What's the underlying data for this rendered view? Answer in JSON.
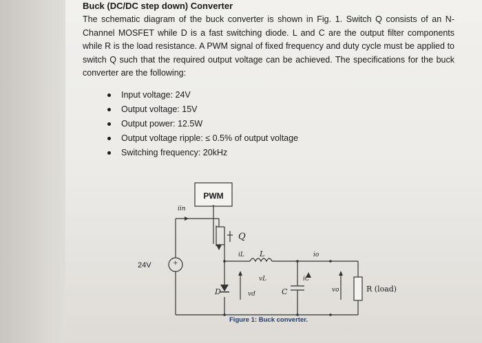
{
  "document": {
    "title": "Buck (DC/DC step down) Converter",
    "paragraph": "The schematic diagram of the buck converter is shown in Fig. 1. Switch Q consists of an N-Channel MOSFET while D is a fast switching diode. L and C are the output filter components while R is the load resistance. A PWM signal of fixed frequency and duty cycle must be applied to switch Q such that the required output voltage can be achieved. The specifications for the buck converter are the following:",
    "specs": [
      "Input voltage: 24V",
      "Output voltage: 15V",
      "Output power: 12.5W",
      "Output voltage ripple: ≤ 0.5% of output voltage",
      "Switching frequency: 20kHz"
    ]
  },
  "figure": {
    "pwm_label": "PWM",
    "source_label": "24V",
    "i_in": "iin",
    "q": "Q",
    "i_l": "iL",
    "l": "L",
    "v_l": "vL",
    "i_c": "iC",
    "i_o": "io",
    "d": "D",
    "v_d": "vd",
    "c": "C",
    "v_o": "vo",
    "r_load": "R (load)",
    "caption": "Figure 1: Buck converter."
  }
}
